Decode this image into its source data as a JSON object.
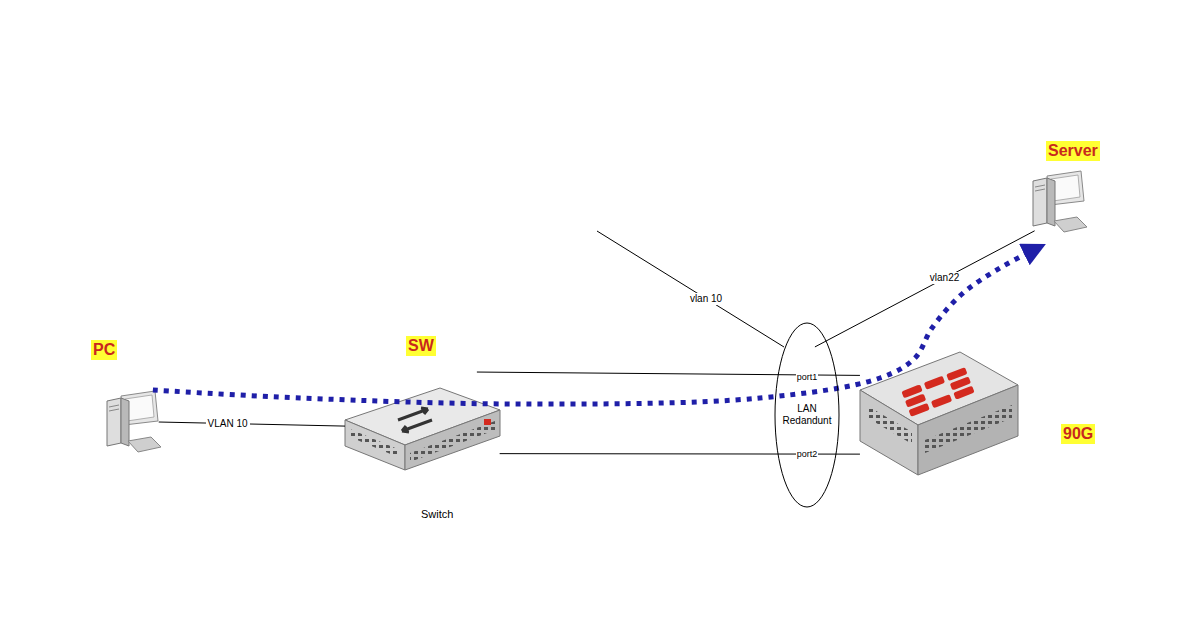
{
  "diagram": {
    "nodes": [
      {
        "text": [
          "PC"
        ]
      },
      {
        "text": [
          "SW",
          "Switch"
        ]
      },
      {
        "text": [
          "port1",
          "LAN Redandunt",
          "port2"
        ]
      },
      {
        "text": [
          "90G"
        ]
      },
      {
        "text": [
          "Server"
        ]
      }
    ],
    "edges": [
      {
        "from": 0,
        "to": 1,
        "arrow": "none",
        "label": "VLAN 10"
      },
      {
        "from": 1,
        "to": 3,
        "arrow": "none"
      },
      {
        "from": 1,
        "to": 3,
        "arrow": "none"
      },
      {
        "from": 2,
        "to": 4,
        "arrow": "none",
        "label": "vlan22"
      },
      {
        "from": 0,
        "to": 4,
        "arrow": "to"
      }
    ],
    "labels": [
      "vlan 10"
    ]
  }
}
